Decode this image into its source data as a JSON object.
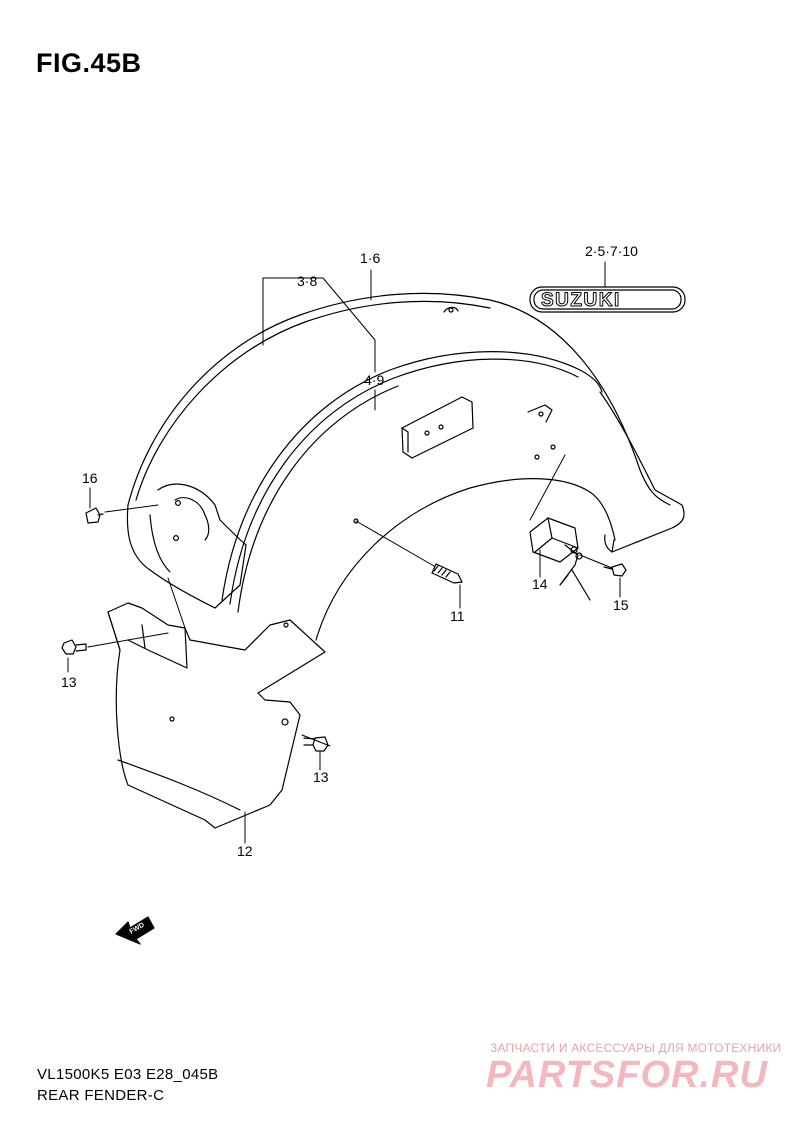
{
  "figure": {
    "title": "FIG.45B"
  },
  "emblem_text": "SUZUKI",
  "fwd_label": "FWD",
  "callouts": {
    "c_1_6": "1·6",
    "c_3_8": "3·8",
    "c_4_9": "4·9",
    "c_2_5_7_10": "2·5·7·10",
    "c_16": "16",
    "c_13a": "13",
    "c_13b": "13",
    "c_11": "11",
    "c_14": "14",
    "c_15": "15",
    "c_12": "12"
  },
  "footer": {
    "model_code": "VL1500K5 E03 E28_045B",
    "section_name": "REAR FENDER-C"
  },
  "watermark": {
    "tagline": "ЗАПЧАСТИ И АКСЕССУАРЫ ДЛЯ МОТОТЕХНИКИ",
    "brand": "PARTSFOR.RU"
  },
  "colors": {
    "line": "#000000",
    "background": "#ffffff",
    "watermark": "#f3b8bd"
  }
}
